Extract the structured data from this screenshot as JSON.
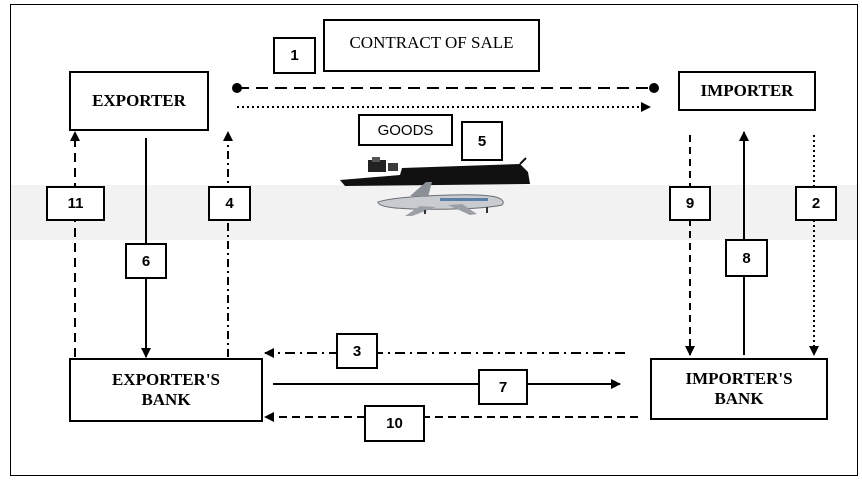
{
  "parties": {
    "exporter": "EXPORTER",
    "importer": "IMPORTER",
    "exporter_bank_line1": "EXPORTER'S",
    "exporter_bank_line2": "BANK",
    "importer_bank_line1": "IMPORTER'S",
    "importer_bank_line2": "BANK"
  },
  "labels": {
    "contract": "CONTRACT OF SALE",
    "goods": "GOODS"
  },
  "steps": [
    "1",
    "2",
    "3",
    "4",
    "5",
    "6",
    "7",
    "8",
    "9",
    "10",
    "11"
  ]
}
